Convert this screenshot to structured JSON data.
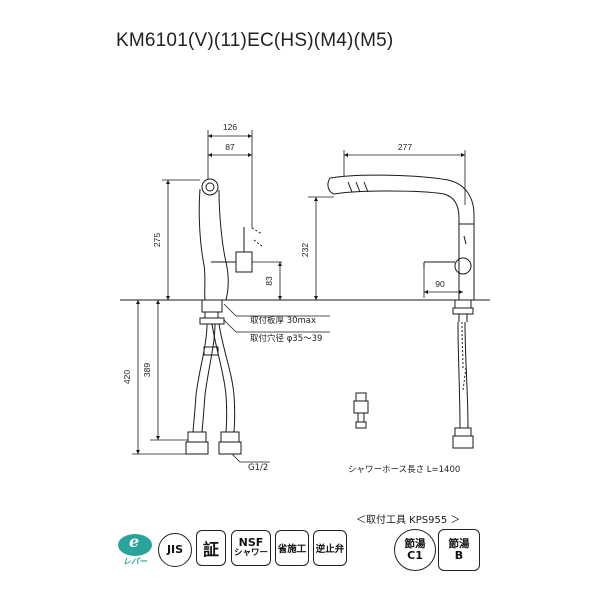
{
  "title": "KM6101(V)(11)EC(HS)(M4)(M5)",
  "dimensions": {
    "d126": "126",
    "d87": "87",
    "d277": "277",
    "d275": "275",
    "d232": "232",
    "d83": "83",
    "d90": "90",
    "d420": "420",
    "d389": "389"
  },
  "notes": {
    "counter_thickness": "取付板厚 30max",
    "hole_diameter": "取付穴径 φ35〜39",
    "thread": "G1/2",
    "hose_length": "シャワーホース長さ L=1400",
    "tool": "＜取付工具 KPS955 ＞"
  },
  "badges": {
    "e_lever_top": "e",
    "e_lever_bottom": "レバー",
    "jis": "JIS",
    "cert": "証",
    "nsf_top": "NSF",
    "nsf_bottom": "シャワー",
    "saiseko": "省施工",
    "check_valve": "逆止弁",
    "hot_water_c1_top": "節湯",
    "hot_water_c1_bottom": "C1",
    "hot_water_b_top": "節湯",
    "hot_water_b_bottom": "B"
  },
  "colors": {
    "line": "#1a1a1a",
    "e_badge": "#2aa39a"
  }
}
